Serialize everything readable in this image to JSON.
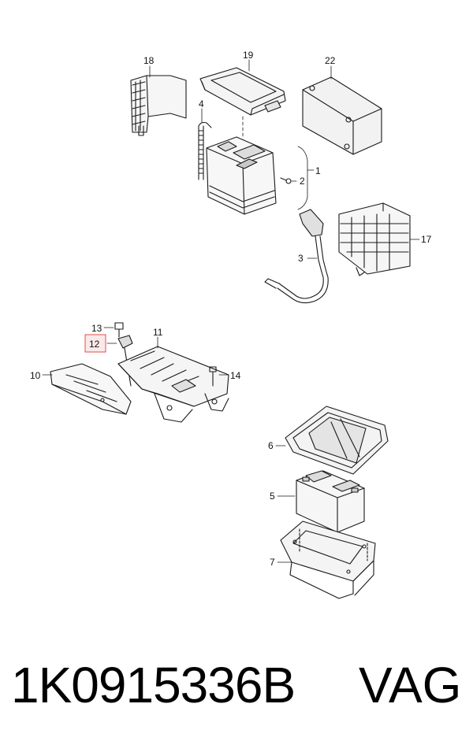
{
  "callouts": {
    "c1": "1",
    "c2": "2",
    "c3": "3",
    "c4": "4",
    "c5": "5",
    "c6": "6",
    "c7": "7",
    "c10": "10",
    "c11": "11",
    "c12": "12",
    "c13": "13",
    "c14": "14",
    "c17": "17",
    "c18": "18",
    "c19": "19",
    "c22": "22"
  },
  "highlight_color": "#d9534f",
  "footer": {
    "part_number": "1K0915336B",
    "brand": "VAG"
  }
}
